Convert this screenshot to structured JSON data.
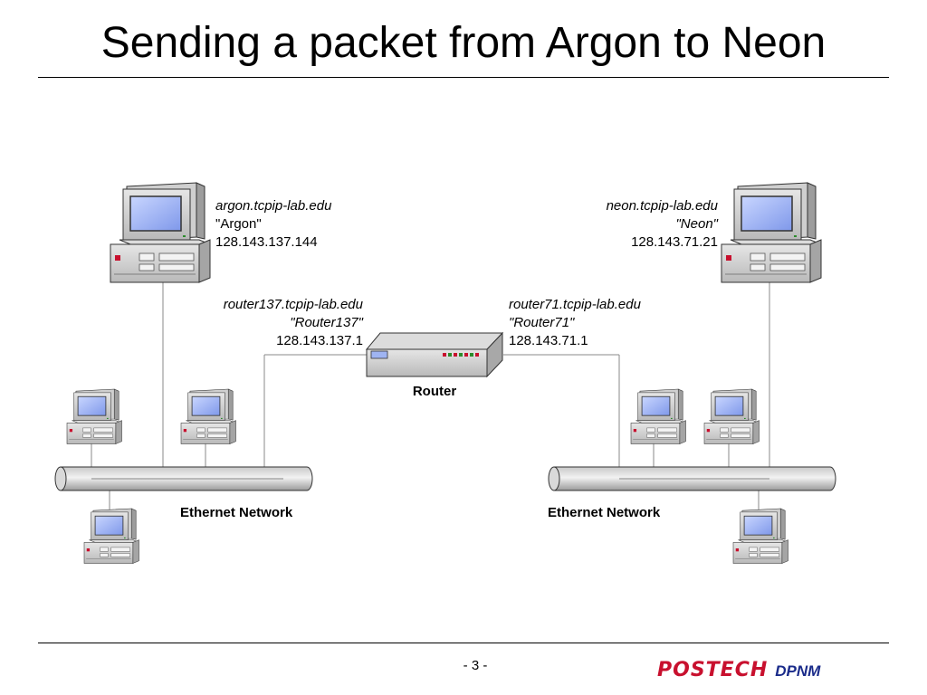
{
  "title": "Sending a packet from Argon to Neon",
  "argon": {
    "line1": "argon.tcpip-lab.edu",
    "line2": "\"Argon\"",
    "line3": "128.143.137.144"
  },
  "neon": {
    "line1": "neon.tcpip-lab.edu",
    "line2": "\"Neon\"",
    "line3": "128.143.71.21"
  },
  "router137": {
    "line1": "router137.tcpip-lab.edu",
    "line2": "\"Router137\"",
    "line3": "128.143.137.1"
  },
  "router71": {
    "line1": "router71.tcpip-lab.edu",
    "line2": "\"Router71\"",
    "line3": "128.143.71.1"
  },
  "router_label": "Router",
  "ethernet_left": "Ethernet Network",
  "ethernet_right": "Ethernet Network",
  "page_number": "- 3 -",
  "logo": {
    "brand": "POSTECH",
    "dept": "DPNM"
  },
  "colors": {
    "logo_brand": "#c8102e",
    "logo_dept": "#1a2b8a"
  }
}
